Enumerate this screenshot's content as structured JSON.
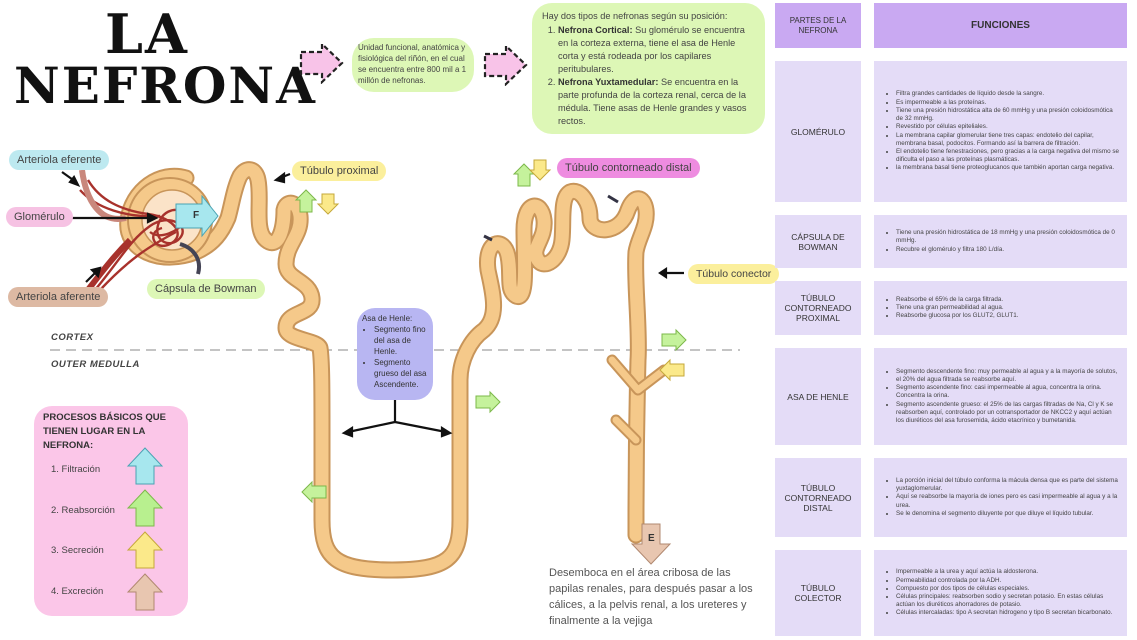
{
  "title": {
    "line1": "LA",
    "line2": "NEFRONA"
  },
  "definition": "Unidad funcional, anatómica y fisiológica del riñón, en el cual se encuentra entre 800 mil a 1 millón de nefronas.",
  "types": {
    "intro": "Hay dos tipos de nefronas según su posición:",
    "items": [
      {
        "name": "Nefrona Cortical:",
        "text": " Su glomérulo se encuentra en la corteza externa, tiene el asa de Henle corta y está rodeada por los capilares peritubulares."
      },
      {
        "name": "Nefrona Yuxtamedular:",
        "text": " Se encuentra en la parte profunda de la corteza renal, cerca de la médula.  Tiene asas de Henle grandes y vasos rectos."
      }
    ]
  },
  "labels": {
    "arteriola_eferente": "Arteriola eferente",
    "glomerulo": "Glomérulo",
    "arteriola_aferente": "Arteriola aferente",
    "capsula_bowman": "Cápsula de Bowman",
    "tubulo_proximal": "Túbulo proximal",
    "tubulo_distal": "Túbulo contorneado distal",
    "tubulo_conector": "Túbulo conector",
    "cortex": "CORTEX",
    "outer_medulla": "OUTER MEDULLA",
    "f_mark": "F",
    "e_mark": "E"
  },
  "henle": {
    "title": "Asa de Henle:",
    "items": [
      "Segmento fino del asa de Henle.",
      "Segmento grueso del asa Ascendente."
    ]
  },
  "processes": {
    "title": "PROCESOS BÁSICOS QUE TIENEN LUGAR EN LA NEFRONA:",
    "items": [
      {
        "label": "1. Filtración",
        "color": "#a7e7ee"
      },
      {
        "label": "2. Reabsorción",
        "color": "#b8f08f"
      },
      {
        "label": "3. Secreción",
        "color": "#fbe98a"
      },
      {
        "label": "4. Excreción",
        "color": "#e8c6b0"
      }
    ]
  },
  "desemboca": "Desemboca en el área cribosa de las papilas renales, para después pasar a los cálices, a la pelvis renal, a los ureteres y finalmente a la vejiga",
  "table": {
    "header": {
      "parts": "PARTES DE LA NEFRONA",
      "functions": "FUNCIONES"
    },
    "rows": [
      {
        "part": "GLOMÉRULO",
        "functions": [
          "Filtra grandes cantidades de líquido desde la sangre.",
          "Es impermeable a las proteínas.",
          "Tiene una presión hidrostática alta de 60 mmHg y una presión coloidosmótica de 32 mmHg.",
          "Revestido por células epiteliales.",
          "La membrana capilar glomerular tiene tres capas: endotelio del capilar, membrana basal, podocitos. Formando así la barrera de filtración.",
          "El endotelio tiene fenestraciones, pero gracias a la carga negativa del mismo se dificulta el paso a las proteínas plasmáticas.",
          "la membrana basal tiene proteoglucanos que también aportan carga negativa."
        ]
      },
      {
        "part": "CÁPSULA DE BOWMAN",
        "functions": [
          "Tiene una presión hidrostática de 18 mmHg y una presión coloidosmótica de 0 mmHg.",
          "Recubre el glomérulo y filtra 180 L/día."
        ]
      },
      {
        "part": "TÚBULO CONTORNEADO PROXIMAL",
        "functions": [
          "Reabsorbe el 65% de la carga filtrada.",
          "Tiene una gran permeabilidad al agua.",
          "Reabsorbe glucosa por los GLUT2, GLUT1."
        ]
      },
      {
        "part": "ASA DE HENLE",
        "functions": [
          "Segmento descendente fino: muy permeable al agua y a la mayoría de solutos, el 20% del agua filtrada se reabsorbe aquí.",
          "Segmento ascendente fino: casi impermeable al agua, concentra la orina. Concentra la orina.",
          "Segmento ascendente grueso: el 25% de las cargas filtradas de Na, Cl y K se reabsorben aquí, controlado por un cotransportador de NKCC2 y aquí actúan los diuréticos del asa furosemida, ácido etacrínico y bumetanida."
        ]
      },
      {
        "part": "TÚBULO CONTORNEADO DISTAL",
        "functions": [
          "La porción inicial del túbulo conforma la mácula densa que es parte del sistema yuxtaglomerular.",
          "Aquí se reabsorbe la mayoría de iones pero es casi impermeable al agua y a la urea.",
          "Se le denomina el segmento diluyente por que diluye el líquido tubular."
        ]
      },
      {
        "part": "TÚBULO COLECTOR",
        "functions": [
          "Impermeable a la urea y aquí actúa la aldosterona.",
          "Permeabilidad controlada por la ADH.",
          "Compuesto por dos tipos de células especiales.",
          "Células principales: reabsorben sodio y secretan potasio. En estas células actúan los diuréticos ahorradores de potasio.",
          "Células intercaladas: tipo A secretan hidrogeno y tipo B secretan bicarbonato."
        ]
      }
    ]
  },
  "colors": {
    "tubule": "#f5c98a",
    "tubule_edge": "#c8955a",
    "blood": "#a8322c",
    "pink_arrow": "#f8c3e8",
    "green_arrow": "#c5f29c"
  }
}
